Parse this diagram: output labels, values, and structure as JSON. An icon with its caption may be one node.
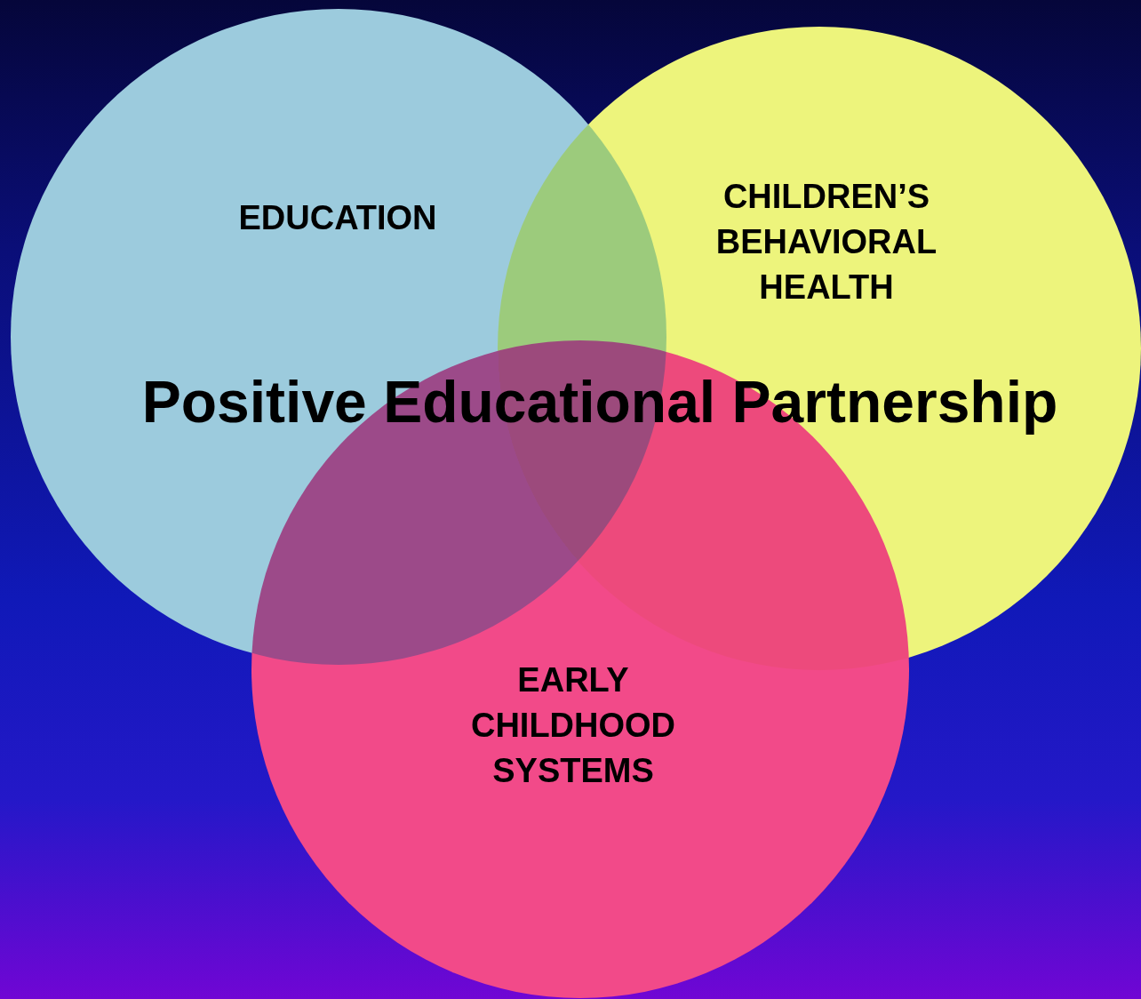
{
  "diagram": {
    "title": "Positive Educational Partnership",
    "nodes": [
      {
        "text": [
          "EDUCATION"
        ]
      },
      {
        "text": [
          "CHILDREN’S BEHAVIORAL HEALTH"
        ]
      },
      {
        "text": [
          "EARLY CHILDHOOD SYSTEMS"
        ]
      }
    ],
    "edges": []
  }
}
